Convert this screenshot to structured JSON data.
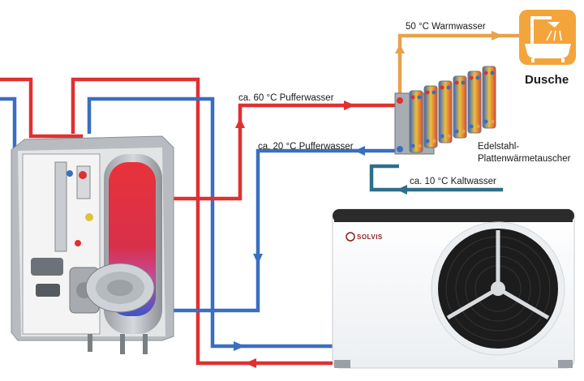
{
  "labels": {
    "warmwasser": "50 °C Warmwasser",
    "dusche": "Dusche",
    "pufferwasser_hot": "ca. 60 °C Pufferwasser",
    "pufferwasser_cold": "ca. 20 °C Pufferwasser",
    "exchanger_line1": "Edelstahl-",
    "exchanger_line2": "Plattenwärmetauscher",
    "kaltwasser": "ca. 10 °C Kaltwasser",
    "brand": "SOLVIS"
  },
  "icons": {
    "shower": "bathtub-shower-icon"
  },
  "colors": {
    "hot_pipe": "#e03030",
    "cold_pipe": "#3a6fc0",
    "warm_water_pipe": "#e8a24a",
    "cold_water_pipe": "#2e6e8a",
    "shower_tile": "#f3a53c"
  }
}
